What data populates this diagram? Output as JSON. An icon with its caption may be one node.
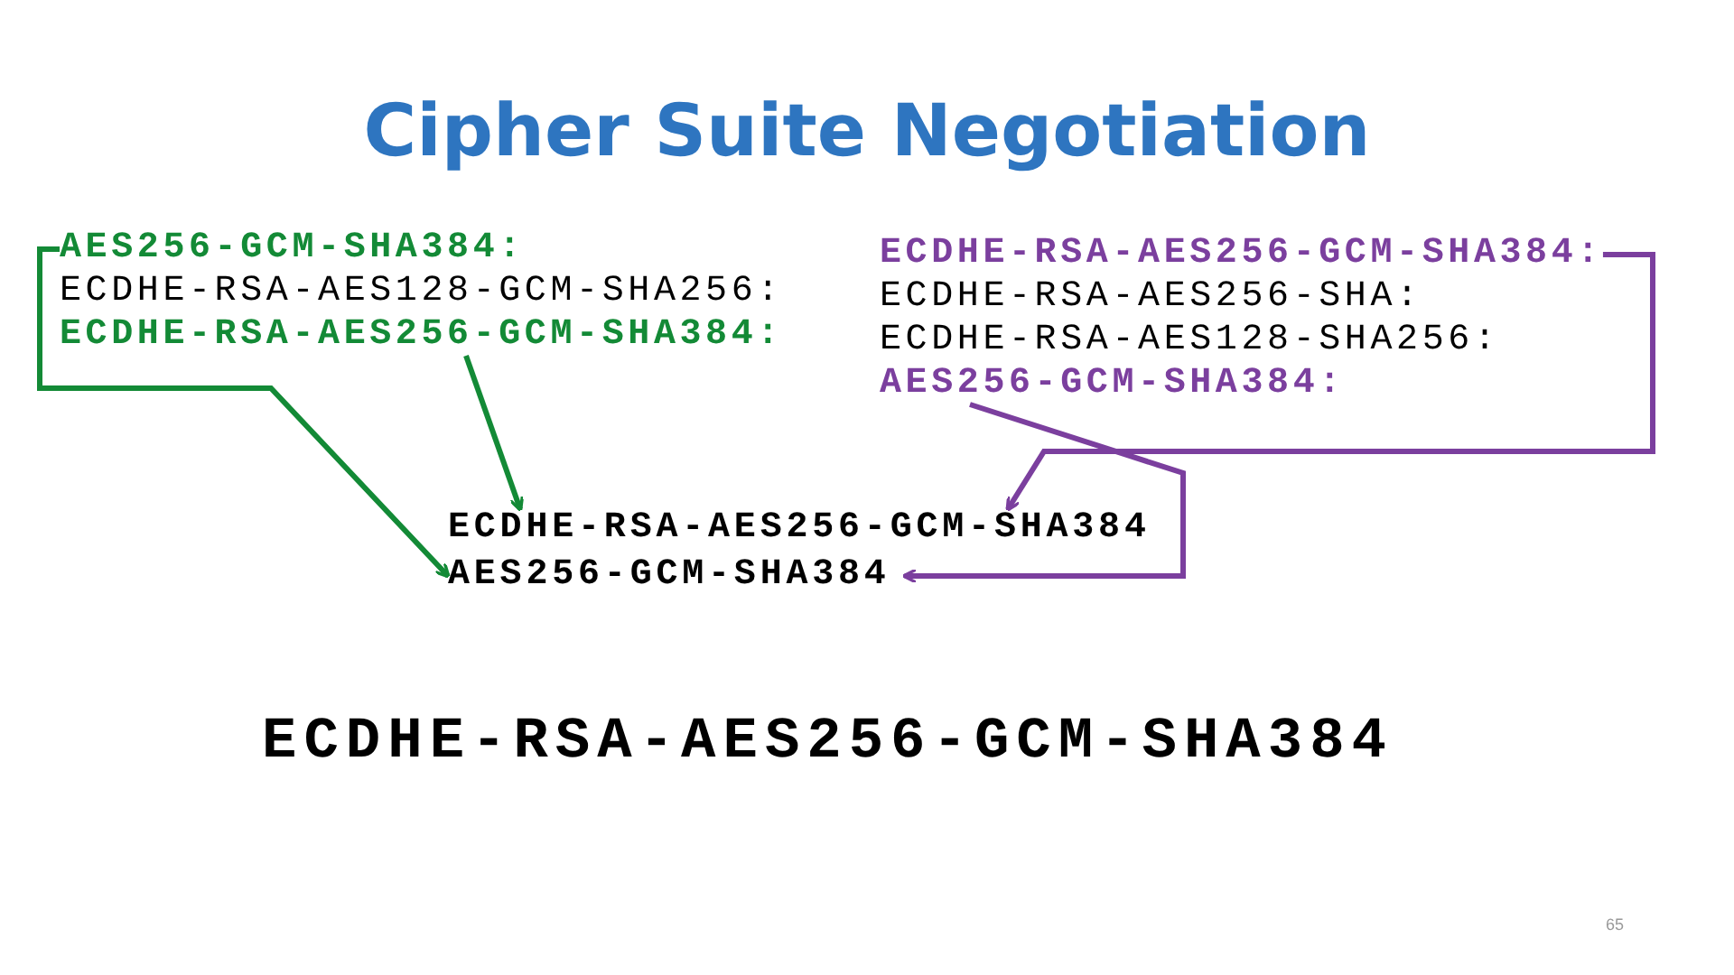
{
  "diagram": {
    "title": "Cipher Suite Negotiation",
    "nodes": [
      {
        "text": [
          "AES256-GCM-SHA384:"
        ]
      },
      {
        "text": [
          "ECDHE-RSA-AES128-GCM-SHA256:"
        ]
      },
      {
        "text": [
          "ECDHE-RSA-AES256-GCM-SHA384:"
        ]
      },
      {
        "text": [
          "ECDHE-RSA-AES256-GCM-SHA384:"
        ]
      },
      {
        "text": [
          "ECDHE-RSA-AES256-SHA:"
        ]
      },
      {
        "text": [
          "ECDHE-RSA-AES128-SHA256:"
        ]
      },
      {
        "text": [
          "AES256-GCM-SHA384:"
        ]
      },
      {
        "text": [
          "ECDHE-RSA-AES256-GCM-SHA384"
        ]
      },
      {
        "text": [
          "AES256-GCM-SHA384"
        ]
      }
    ],
    "edges": [
      {
        "from": 0,
        "to": 8,
        "arrow": "to",
        "color": "#138a36"
      },
      {
        "from": 2,
        "to": 7,
        "arrow": "to",
        "color": "#138a36"
      },
      {
        "from": 3,
        "to": 7,
        "arrow": "to",
        "color": "#7b3f9e"
      },
      {
        "from": 6,
        "to": 8,
        "arrow": "to",
        "color": "#7b3f9e"
      }
    ],
    "labels": [
      "ECDHE-RSA-AES256-GCM-SHA384",
      "65"
    ]
  }
}
